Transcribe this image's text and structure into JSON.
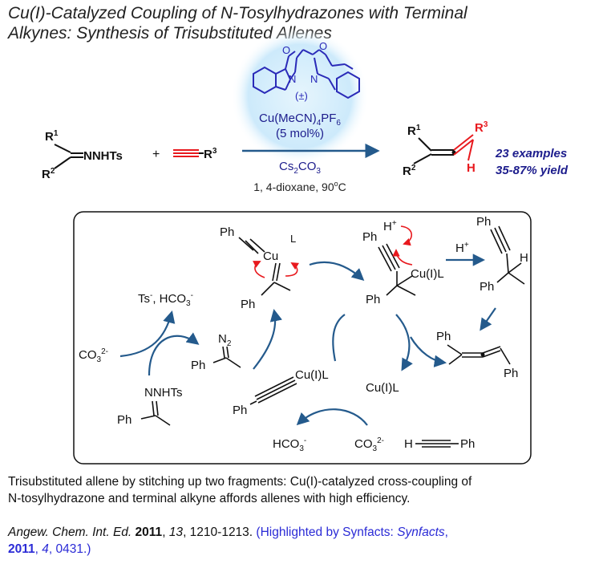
{
  "title": {
    "line1": "Cu(I)-Catalyzed Coupling of N-Tosylhydrazones with Terminal",
    "line2": "Alkynes: Synthesis of Trisubstituted Allenes"
  },
  "reaction": {
    "hydrazone_label": "NNHTs",
    "r1": "R",
    "r1_sup": "1",
    "r2": "R",
    "r2_sup": "2",
    "plus": "+",
    "r3": "R",
    "r3_sup": "3",
    "ligand": {
      "o_left": "O",
      "o_right": "O",
      "n_left": "N",
      "n_right": "N",
      "racemic": "(±)"
    },
    "catalyst": "Cu(MeCN)",
    "catalyst_sub": "4",
    "catalyst_tail": "PF",
    "catalyst_tail_sub": "6",
    "loading": "(5 mol%)",
    "base": "Cs",
    "base_sub": "2",
    "base_tail": "CO",
    "base_tail_sub": "3",
    "solvent_temp": "1, 4-dioxane, 90",
    "degree": "o",
    "temp_unit": "C",
    "product": {
      "r1": "R",
      "r1_sup": "1",
      "r2": "R",
      "r2_sup": "2",
      "r3": "R",
      "r3_sup": "3",
      "h": "H"
    },
    "examples": "23 examples",
    "yield": "35-87% yield"
  },
  "mechanism": {
    "ts_hco3": "Ts",
    "ts_hco3_sup": "-",
    "ts_hco3_tail": ", HCO",
    "ts_hco3_sub": "3",
    "ts_hco3_sup2": "-",
    "co3": "CO",
    "co3_sub": "3",
    "co3_sup": "2-",
    "hydrazone_ph": "Ph",
    "hydrazone_nnhts": "NNHTs",
    "diazo_n": "N",
    "diazo_sub": "2",
    "diazo_ph": "Ph",
    "cu_complex": {
      "ph_top": "Ph",
      "cu": "Cu",
      "l": "L",
      "ph_bottom": "Ph"
    },
    "protonation": {
      "h": "H",
      "h_sup": "+",
      "ph_top": "Ph",
      "cu": "Cu(I)L",
      "ph_bottom": "Ph"
    },
    "h_plus": "H",
    "h_plus_sup": "+",
    "alkyne_product": {
      "ph_top": "Ph",
      "h": "H",
      "ph_bottom": "Ph"
    },
    "allene_product": {
      "ph_left": "Ph",
      "ph_right": "Ph"
    },
    "cu_acetylide": {
      "cu": "Cu(I)L",
      "ph": "Ph"
    },
    "cu_catalyst": "Cu(I)L",
    "hco3": "HCO",
    "hco3_sub": "3",
    "hco3_sup": "-",
    "co3_bottom": "CO",
    "co3_bottom_sub": "3",
    "co3_bottom_sup": "2-",
    "phenylacetylene_h": "H",
    "phenylacetylene_ph": "Ph"
  },
  "description": {
    "line1": "Trisubstituted allene by stitching up two fragments: Cu(I)-catalyzed cross-coupling of",
    "line2": "N-tosylhydrazone and terminal alkyne affords allenes with high efficiency."
  },
  "citation": {
    "journal": "Angew. Chem. Int. Ed.",
    "year": "2011",
    "volume": "13",
    "pages": ", 1210-1213. ",
    "highlight_open": "(Highlighted by Synfacts: ",
    "synfacts": "Synfacts",
    "synfacts_year": "2011",
    "synfacts_issue": "4",
    "synfacts_pages": ", 0431.)"
  },
  "colors": {
    "red": "#e8191e",
    "blue_text": "#1c1c8c",
    "ligand_blue": "#2a2ab8",
    "arrow_blue": "#245a8c",
    "highlight": "#2b2bd6",
    "halo": "#c4e6fa"
  }
}
